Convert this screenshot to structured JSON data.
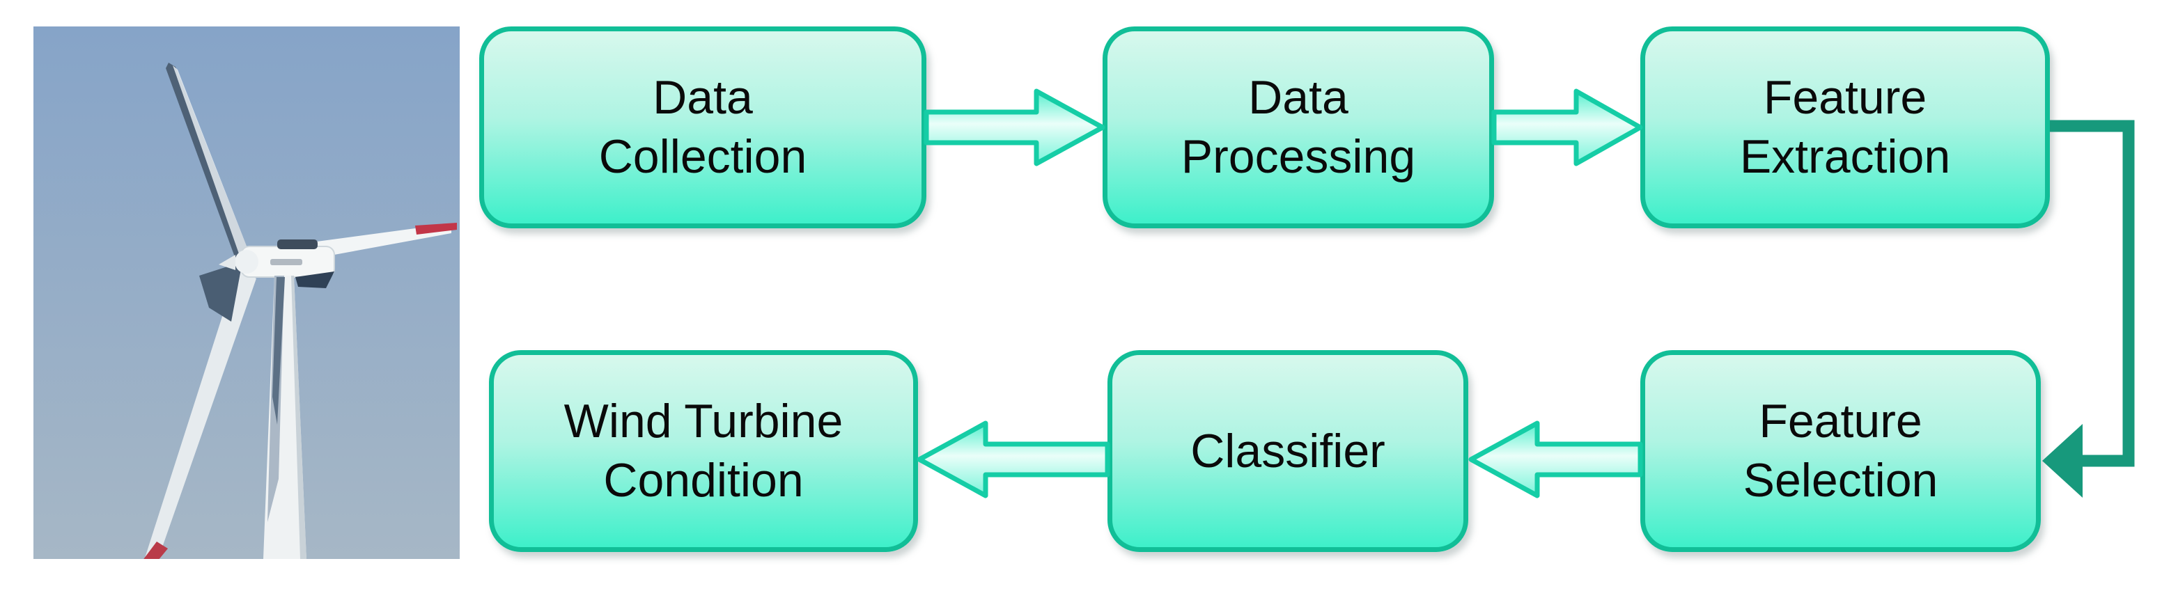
{
  "diagram": {
    "title": "Wind turbine condition monitoring flow diagram",
    "photo": {
      "description": "Wind turbine with three blades and red blade tips against a blue sky"
    },
    "boxes": [
      {
        "id": "data-collection",
        "label": "Data Collection",
        "lines": [
          "Data",
          "Collection"
        ]
      },
      {
        "id": "data-processing",
        "label": "Data Processing",
        "lines": [
          "Data",
          "Processing"
        ]
      },
      {
        "id": "feature-extraction",
        "label": "Feature Extraction",
        "lines": [
          "Feature",
          "Extraction"
        ]
      },
      {
        "id": "feature-selection",
        "label": "Feature Selection",
        "lines": [
          "Feature",
          "Selection"
        ]
      },
      {
        "id": "classifier",
        "label": "Classifier",
        "lines": [
          "Classifier"
        ]
      },
      {
        "id": "wind-turbine-condition",
        "label": "Wind Turbine Condition",
        "lines": [
          "Wind Turbine",
          "Condition"
        ]
      }
    ],
    "arrows": [
      {
        "from": "Data Collection",
        "to": "Data Processing",
        "type": "block-arrow",
        "direction": "right"
      },
      {
        "from": "Data Processing",
        "to": "Feature Extraction",
        "type": "block-arrow",
        "direction": "right"
      },
      {
        "from": "Feature Extraction",
        "to": "Feature Selection",
        "type": "elbow-line",
        "direction": "right-down-left"
      },
      {
        "from": "Feature Selection",
        "to": "Classifier",
        "type": "block-arrow",
        "direction": "left"
      },
      {
        "from": "Classifier",
        "to": "Wind Turbine Condition",
        "type": "block-arrow",
        "direction": "left"
      }
    ]
  },
  "colors": {
    "box-border": "#11be97",
    "box-fill-top": "#d7f8ed",
    "box-fill-mid": "#aff4e3",
    "box-fill-bottom": "#3ef0ca",
    "arrow-border": "#15cda6",
    "arrow-fill-edge": "#57f0ce",
    "arrow-fill-light": "#eafef9",
    "arrow-fill-low": "#79f4da",
    "connector": "#17997c",
    "text": "#0a0a0a",
    "sky-top": "#86a4c8",
    "sky-bottom": "#a6b7c6"
  }
}
